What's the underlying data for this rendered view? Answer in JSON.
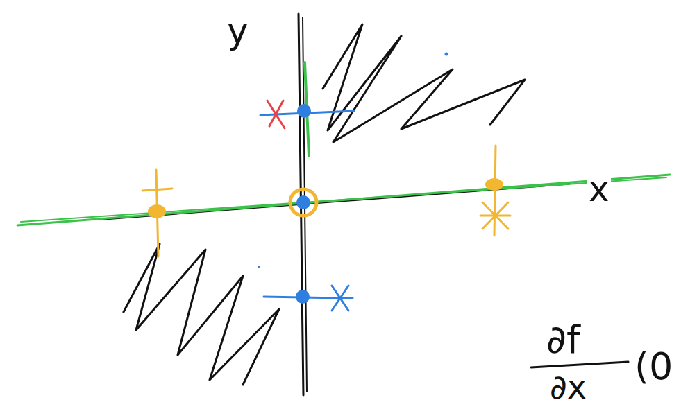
{
  "diagram": {
    "labels": [
      "y",
      "x",
      "∂f",
      "(0",
      "∂x"
    ]
  }
}
